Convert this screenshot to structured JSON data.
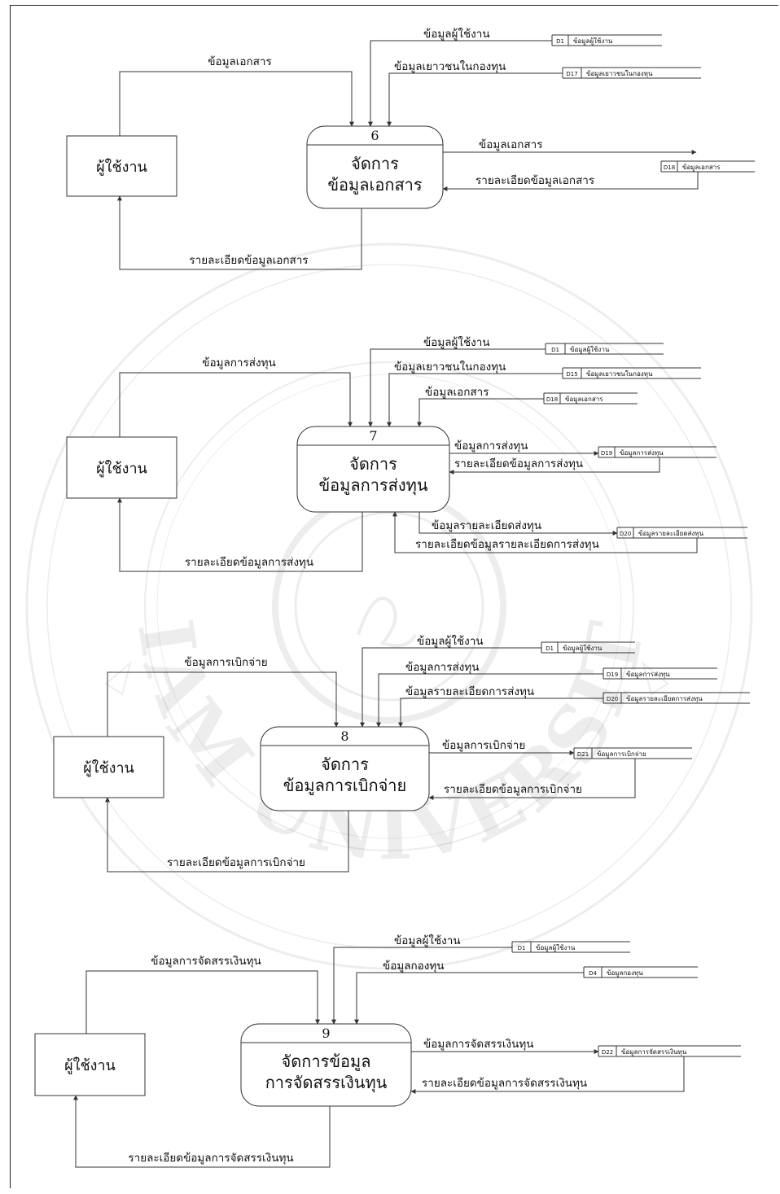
{
  "watermark": {
    "text": "SIAM UNIVERSITY"
  },
  "external_entity": "ผู้ใช้งาน",
  "processes": [
    {
      "number": "6",
      "name_lines": [
        "จัดการ",
        "ข้อมูลเอกสาร"
      ],
      "input_flow": "ข้อมูลเอกสาร",
      "output_flow": "รายละเอียดข้อมูลเอกสาร",
      "store_inputs": [
        {
          "flow": "ข้อมูลผู้ใช้งาน",
          "store_id": "D1",
          "store_name": "ข้อมูลผู้ใช้งาน"
        },
        {
          "flow": "ข้อมูลเยาวชนในกองทุน",
          "store_id": "D17",
          "store_name": "ข้อมูลเยาวชนในกองทุน"
        }
      ],
      "store_pairs": [
        {
          "write": "ข้อมูลเอกสาร",
          "read": "รายละเอียดข้อมูลเอกสาร",
          "store_id": "D18",
          "store_name": "ข้อมูลเอกสาร"
        }
      ]
    },
    {
      "number": "7",
      "name_lines": [
        "จัดการ",
        "ข้อมูลการส่งทุน"
      ],
      "input_flow": "ข้อมูลการส่งทุน",
      "output_flow": "รายละเอียดข้อมูลการส่งทุน",
      "store_inputs": [
        {
          "flow": "ข้อมูลผู้ใช้งาน",
          "store_id": "D1",
          "store_name": "ข้อมูลผู้ใช้งาน"
        },
        {
          "flow": "ข้อมูลเยาวชนในกองทุน",
          "store_id": "D15",
          "store_name": "ข้อมูลเยาวชนในกองทุน"
        },
        {
          "flow": "ข้อมูลเอกสาร",
          "store_id": "D18",
          "store_name": "ข้อมูลเอกสาร"
        }
      ],
      "store_pairs": [
        {
          "write": "ข้อมูลการส่งทุน",
          "read": "รายละเอียดข้อมูลการส่งทุน",
          "store_id": "D19",
          "store_name": "ข้อมูลการส่งทุน"
        },
        {
          "write": "ข้อมูลรายละเอียดส่งทุน",
          "read": "รายละเอียดข้อมูลรายละเอียดการส่งทุน",
          "store_id": "D20",
          "store_name": "ข้อมูลรายละเอียดส่งทุน"
        }
      ]
    },
    {
      "number": "8",
      "name_lines": [
        "จัดการ",
        "ข้อมูลการเบิกจ่าย"
      ],
      "input_flow": "ข้อมูลการเบิกจ่าย",
      "output_flow": "รายละเอียดข้อมูลการเบิกจ่าย",
      "store_inputs": [
        {
          "flow": "ข้อมูลผู้ใช้งาน",
          "store_id": "D1",
          "store_name": "ข้อมูลผู้ใช้งาน"
        },
        {
          "flow": "ข้อมูลการส่งทุน",
          "store_id": "D19",
          "store_name": "ข้อมูลการส่งทุน"
        },
        {
          "flow": "ข้อมูลรายละเอียดการส่งทุน",
          "store_id": "D20",
          "store_name": "ข้อมูลรายละเอียดการส่งทุน"
        }
      ],
      "store_pairs": [
        {
          "write": "ข้อมูลการเบิกจ่าย",
          "read": "รายละเอียดข้อมูลการเบิกจ่าย",
          "store_id": "D21",
          "store_name": "ข้อมูลการเบิกจ่าย"
        }
      ]
    },
    {
      "number": "9",
      "name_lines": [
        "จัดการข้อมูล",
        "การจัดสรรเงินทุน"
      ],
      "input_flow": "ข้อมูลการจัดสรรเงินทุน",
      "output_flow": "รายละเอียดข้อมูลการจัดสรรเงินทุน",
      "store_inputs": [
        {
          "flow": "ข้อมูลผู้ใช้งาน",
          "store_id": "D1",
          "store_name": "ข้อมูลผู้ใช้งาน"
        },
        {
          "flow": "ข้อมูลกองทุน",
          "store_id": "D4",
          "store_name": "ข้อมูลกองทุน"
        }
      ],
      "store_pairs": [
        {
          "write": "ข้อมูลการจัดสรรเงินทุน",
          "read": "รายละเอียดข้อมูลการจัดสรรเงินทุน",
          "store_id": "D22",
          "store_name": "ข้อมูลการจัดสรรเงินทุน"
        }
      ]
    }
  ]
}
